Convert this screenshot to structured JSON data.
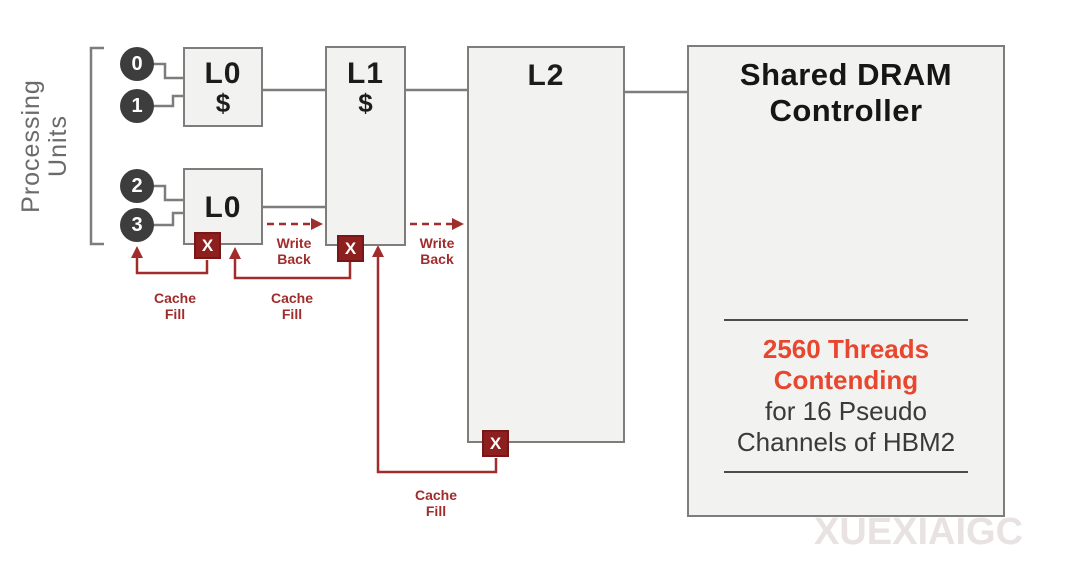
{
  "processing_units": {
    "label_line1": "Processing",
    "label_line2": "Units",
    "unit_labels": [
      "0",
      "1",
      "2",
      "3"
    ]
  },
  "boxes": {
    "l0a": {
      "label": "L0",
      "dollar": "$"
    },
    "l0b": {
      "label": "L0"
    },
    "l1": {
      "label": "L1",
      "dollar": "$"
    },
    "l2": {
      "label": "L2"
    },
    "dram": {
      "title_line1": "Shared DRAM",
      "title_line2": "Controller",
      "stats": {
        "highlight_line1": "2560 Threads",
        "highlight_line2": "Contending",
        "line3": "for 16 Pseudo",
        "line4": "Channels of HBM2"
      }
    }
  },
  "annotations": {
    "write_back": {
      "line1": "Write",
      "line2": "Back"
    },
    "cache_fill": {
      "line1": "Cache",
      "line2": "Fill"
    },
    "x_marker": "X"
  },
  "watermark": "XUEXIAIGC",
  "colors": {
    "red_accent": "#a12c2c",
    "x_badge": "#8e1f1f",
    "highlight_text": "#e8462e",
    "box_fill": "#f2f2f1",
    "box_border": "#7d7d7d",
    "unit_circle": "#3d3d3d"
  }
}
